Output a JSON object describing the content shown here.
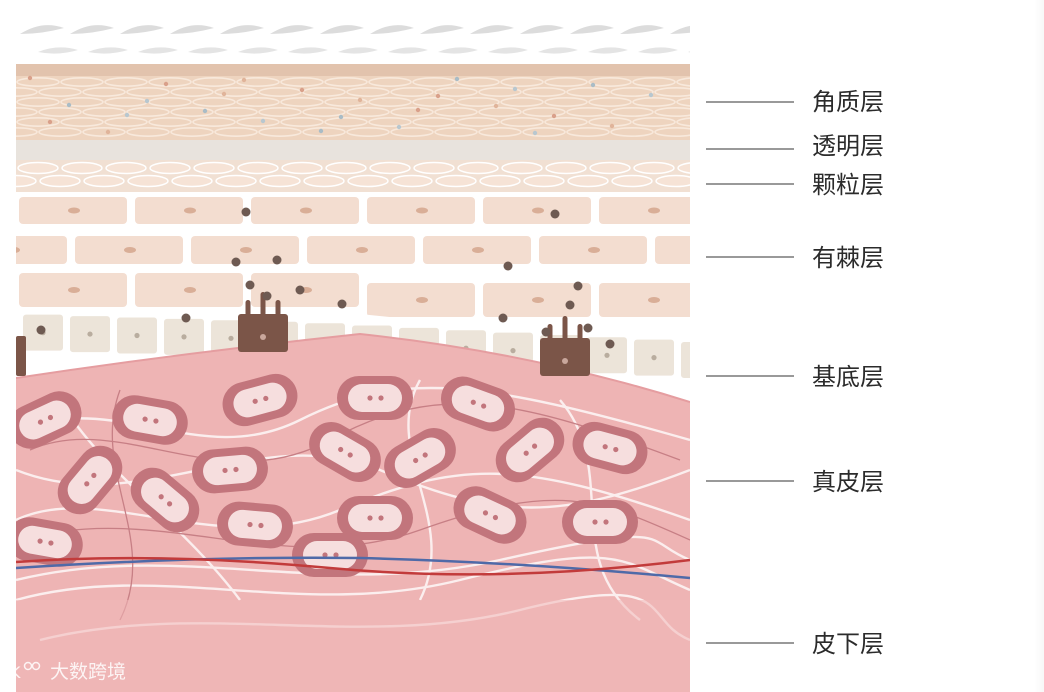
{
  "layers": [
    {
      "id": "stratum-corneum",
      "label": "角质层"
    },
    {
      "id": "stratum-lucidum",
      "label": "透明层"
    },
    {
      "id": "stratum-granulosum",
      "label": "颗粒层"
    },
    {
      "id": "stratum-spinosum",
      "label": "有棘层"
    },
    {
      "id": "stratum-basale",
      "label": "基底层"
    },
    {
      "id": "dermis",
      "label": "真皮层"
    },
    {
      "id": "hypodermis",
      "label": "皮下层"
    }
  ],
  "watermark": {
    "text": "大数跨境",
    "icon": "brand-logo-icon"
  },
  "colors": {
    "corneum": "#eed4bf",
    "lucidum": "#e8e3dd",
    "spinosum": "#f3ddd0",
    "basale": "#ece4d9",
    "melanocyte": "#7b5548",
    "dermis": "#eeb4b4",
    "fibroblast": "#c2757c",
    "artery": "#c23b3b",
    "vein": "#4f6aa8"
  }
}
